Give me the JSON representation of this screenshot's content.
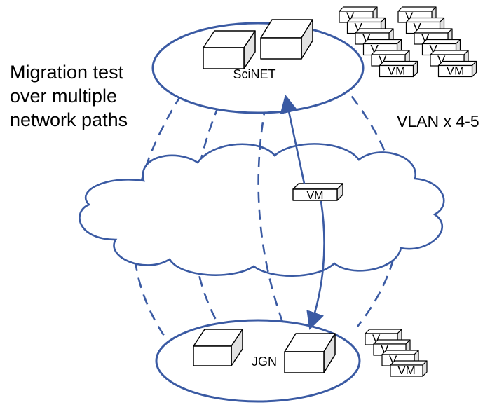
{
  "caption": {
    "line1": "Migration test",
    "line2": "over multiple",
    "line3": "network paths"
  },
  "vlan_label": "VLAN x 4-5",
  "sites": {
    "top": "SciNET",
    "bottom": "JGN"
  },
  "vm_label": "VM",
  "vm_partial_label": "V",
  "colors": {
    "network": "#3a5aa3",
    "box_stroke": "#000000",
    "box_fill": "#ffffff"
  }
}
